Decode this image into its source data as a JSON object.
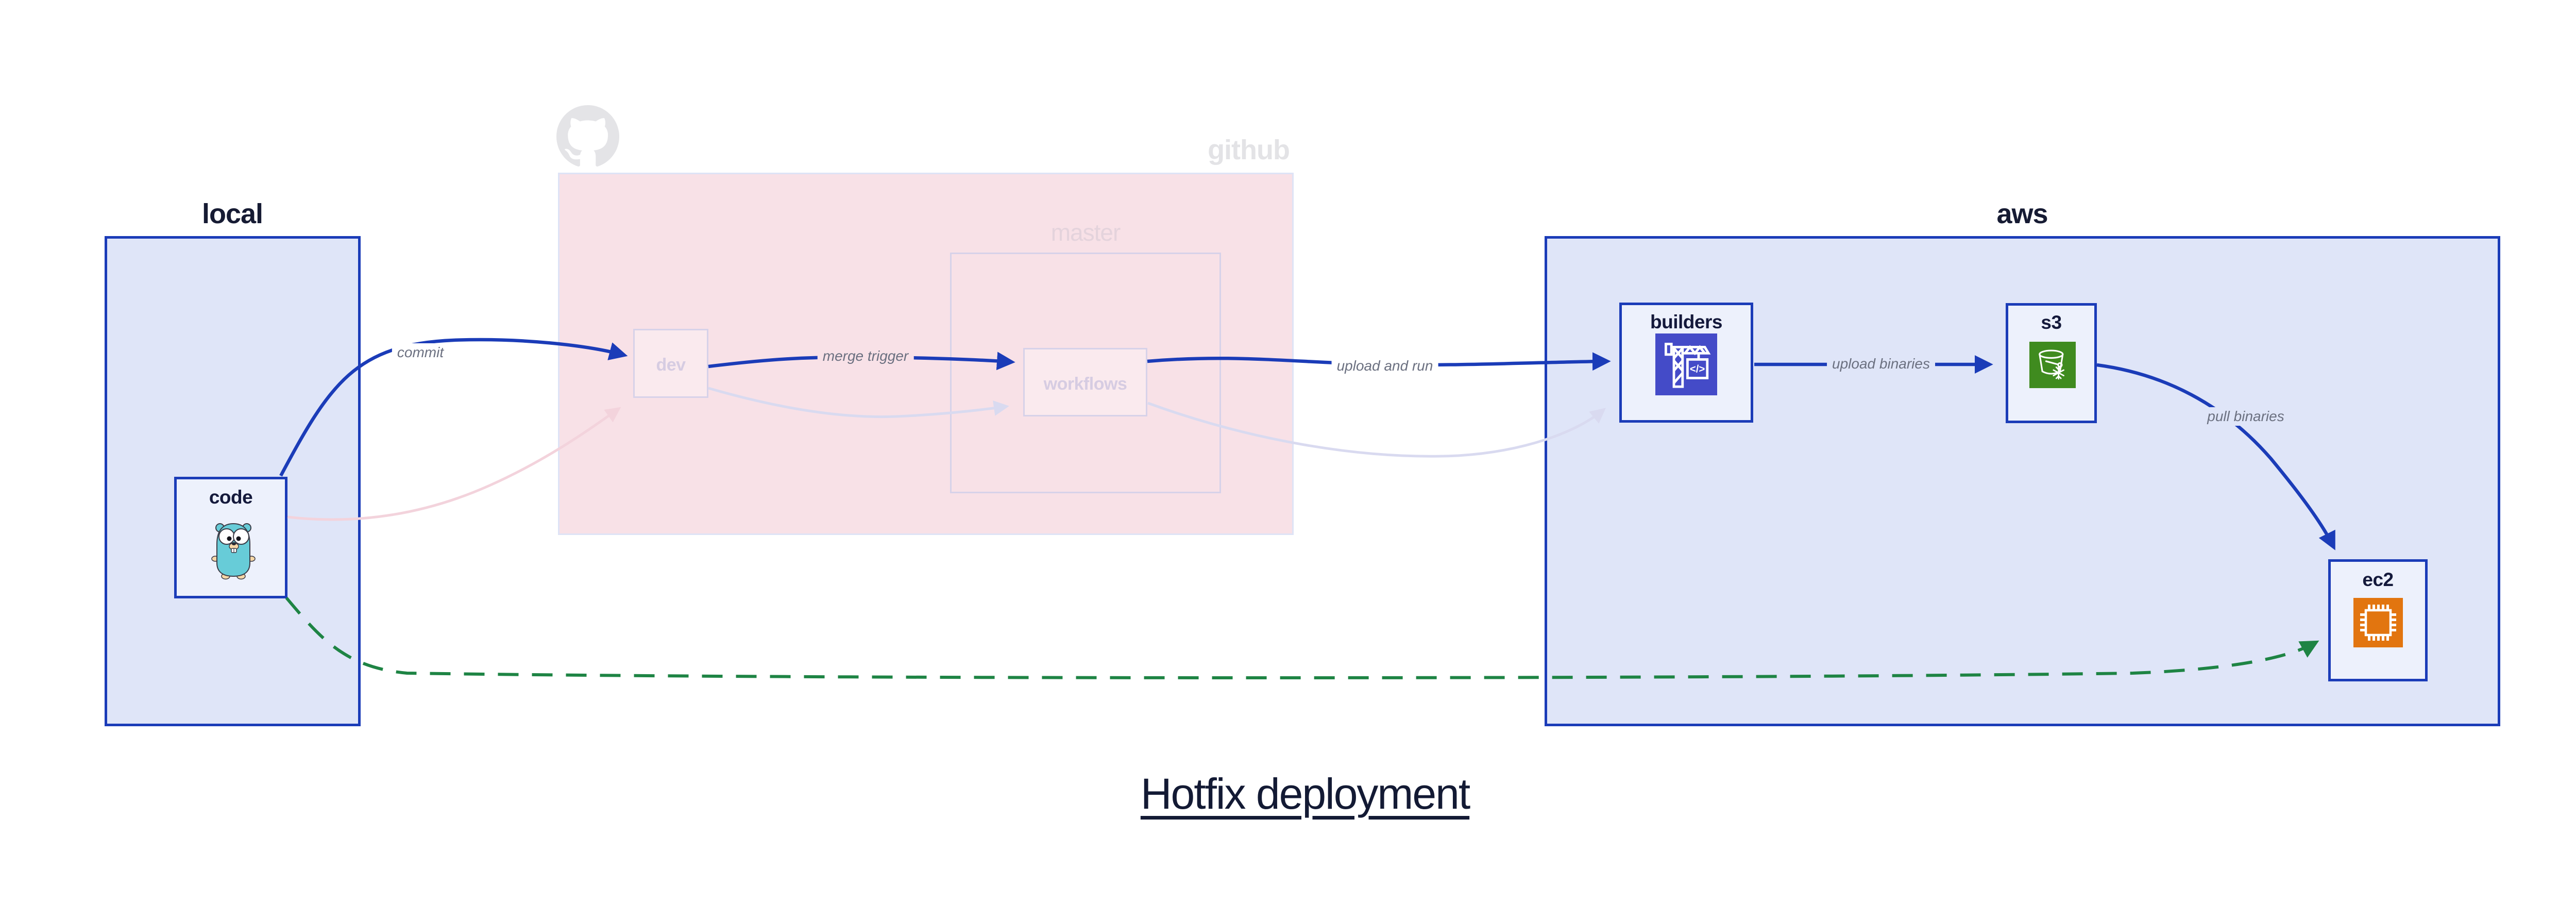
{
  "diagram": {
    "title": "Hotfix deployment",
    "containers": {
      "local": {
        "label": "local"
      },
      "github": {
        "label": "github"
      },
      "master": {
        "label": "master"
      },
      "aws": {
        "label": "aws"
      }
    },
    "nodes": {
      "code": {
        "label": "code",
        "icon": "go-gopher-icon"
      },
      "dev": {
        "label": "dev"
      },
      "workflows": {
        "label": "workflows"
      },
      "builders": {
        "label": "builders",
        "icon": "codebuild-crane-icon"
      },
      "s3": {
        "label": "s3",
        "icon": "s3-glacier-bucket-icon"
      },
      "ec2": {
        "label": "ec2",
        "icon": "ec2-chip-icon"
      }
    },
    "edges": [
      {
        "id": "commit",
        "from": "code",
        "to": "dev",
        "label": "commit",
        "style": "bold-blue"
      },
      {
        "id": "merge-trigger",
        "from": "dev",
        "to": "workflows",
        "label": "merge trigger",
        "style": "bold-blue"
      },
      {
        "id": "upload-and-run",
        "from": "workflows",
        "to": "builders",
        "label": "upload and run",
        "style": "bold-blue"
      },
      {
        "id": "upload-binaries",
        "from": "builders",
        "to": "s3",
        "label": "upload binaries",
        "style": "bold-blue"
      },
      {
        "id": "pull-binaries",
        "from": "s3",
        "to": "ec2",
        "label": "pull binaries",
        "style": "bold-blue"
      },
      {
        "id": "hotfix-deploy",
        "from": "code",
        "to": "ec2",
        "label": "",
        "style": "green-dashed"
      },
      {
        "id": "ghost-commit",
        "from": "code",
        "to": "dev",
        "label": "",
        "style": "faded-pink"
      },
      {
        "id": "ghost-merge",
        "from": "dev",
        "to": "workflows",
        "label": "",
        "style": "faded-lavender"
      },
      {
        "id": "ghost-upload",
        "from": "workflows",
        "to": "builders",
        "label": "",
        "style": "faded-lavender"
      }
    ],
    "colors": {
      "accent_blue": "#1b3cb8",
      "container_fill_blue": "#dfe5f8",
      "node_fill": "#edf1fc",
      "github_fill": "#f8e1e7",
      "faded_border": "#d7d2e9",
      "faded_label": "#d6cce2",
      "github_gray": "#e3e3e6",
      "edge_label_gray": "#6b7080",
      "green_dashed": "#1e8444",
      "ghost_pink": "#f3d3dc",
      "ghost_lavender": "#d9daf0",
      "codebuild_indigo": "#444bc8",
      "s3_green": "#3f8b1f",
      "ec2_orange": "#e2750f",
      "gopher_teal": "#67ccd8",
      "title_navy": "#131a34"
    }
  }
}
